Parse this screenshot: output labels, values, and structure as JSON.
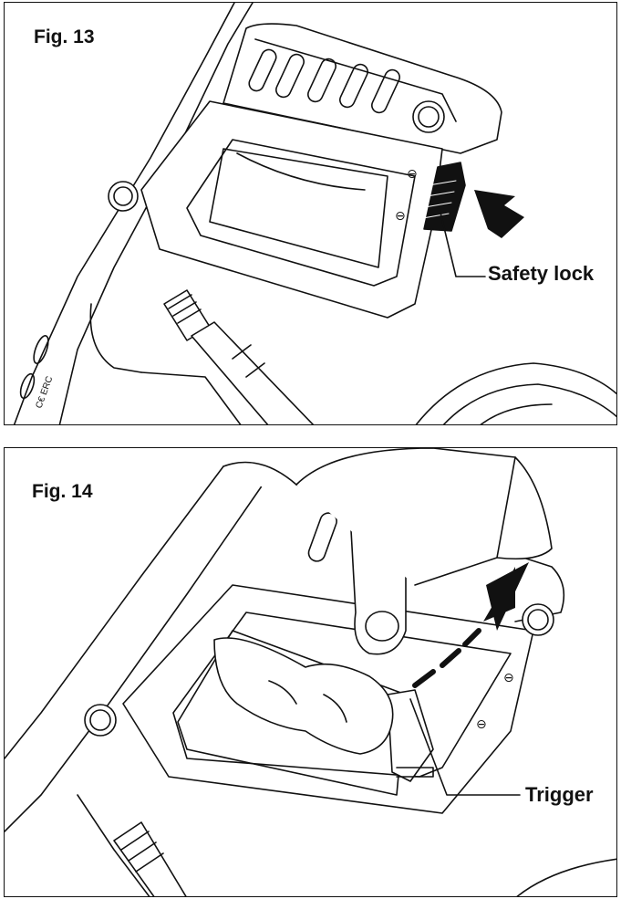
{
  "figures": [
    {
      "label": "Fig. 13",
      "callout": "Safety lock",
      "imprint": "C€ ERC"
    },
    {
      "label": "Fig. 14",
      "callout": "Trigger"
    }
  ],
  "colors": {
    "line": "#111111",
    "fill": "#ffffff",
    "dark": "#111111"
  },
  "icons": [
    "push-arrow-icon",
    "lift-arrow-icon"
  ]
}
